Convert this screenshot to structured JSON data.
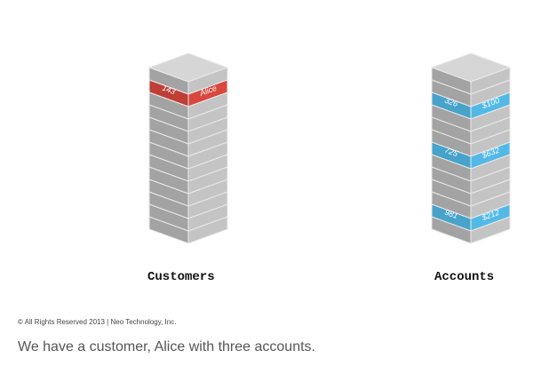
{
  "stacks": [
    {
      "id": "customers",
      "label": "Customers",
      "row_count": 13,
      "highlights": [
        {
          "row": 1,
          "id": "143",
          "value": "Alice",
          "color": "#d9473d"
        }
      ]
    },
    {
      "id": "accounts",
      "label": "Accounts",
      "row_count": 13,
      "highlights": [
        {
          "row": 2,
          "id": "326",
          "value": "$100",
          "color": "#52b9e6"
        },
        {
          "row": 6,
          "id": "725",
          "value": "$632",
          "color": "#52b9e6"
        },
        {
          "row": 11,
          "id": "981",
          "value": "$212",
          "color": "#52b9e6"
        }
      ]
    }
  ],
  "colors": {
    "block_left": "#a3a3a3",
    "block_right": "#c4c4c4",
    "block_top": "#d6d6d6",
    "edge": "#e9e9e9"
  },
  "footer": {
    "copyright": "© All Rights Reserved 2013 | Neo Technology, Inc.",
    "caption": "We have a customer, Alice with three accounts."
  }
}
